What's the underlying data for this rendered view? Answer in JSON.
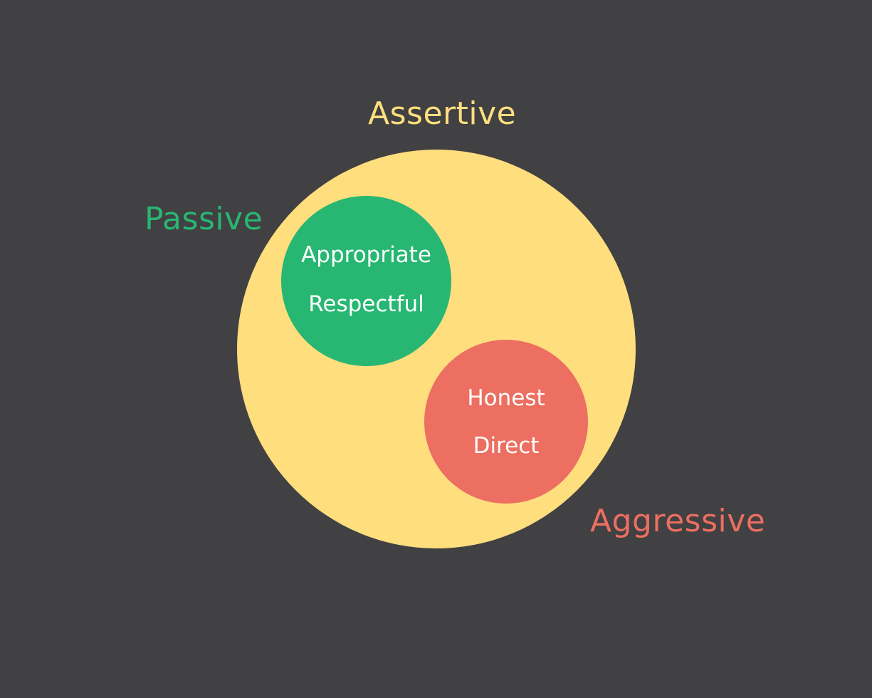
{
  "diagram": {
    "labels": {
      "assertive": "Assertive",
      "passive": "Passive",
      "aggressive": "Aggressive"
    },
    "passive_circle": {
      "lines": [
        "Appropriate",
        "Respectful"
      ]
    },
    "aggressive_circle": {
      "lines": [
        "Honest",
        "Direct"
      ]
    },
    "colors": {
      "background": "#414042",
      "assertive": "#FFDE7E",
      "passive": "#27B773",
      "aggressive": "#EC6F61",
      "inner_text": "#FFFFFF"
    }
  }
}
